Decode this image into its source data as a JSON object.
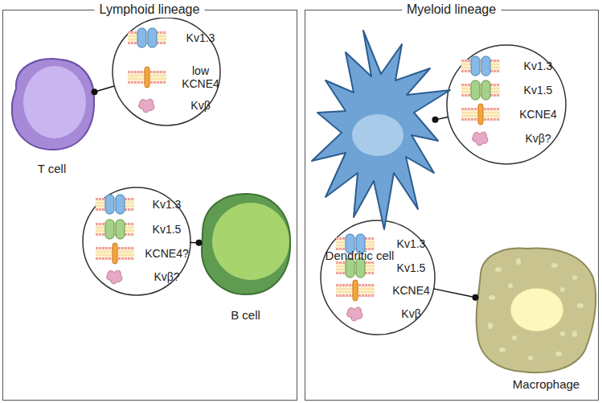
{
  "diagram": {
    "nodes": [
      {
        "text": [
          "Lymphoid lineage"
        ]
      },
      {
        "text": [
          "T cell"
        ],
        "in": 0
      },
      {
        "text": [
          "Kv1.3",
          "low KCNE4",
          "Kvβ"
        ],
        "in": 0
      },
      {
        "text": [
          "Kv1.3",
          "Kv1.5",
          "KCNE4?",
          "Kvβ?"
        ],
        "in": 0
      },
      {
        "text": [
          "B cell"
        ],
        "in": 0
      },
      {
        "text": [
          "Myeloid lineage"
        ]
      },
      {
        "text": [
          "Dendritic cell"
        ],
        "in": 5
      },
      {
        "text": [
          "Kv1.3",
          "Kv1.5",
          "KCNE4",
          "Kvβ?"
        ],
        "in": 5
      },
      {
        "text": [
          "Kv1.3",
          "Kv1.5",
          "KCNE4",
          "Kvβ"
        ],
        "in": 5
      },
      {
        "text": [
          "Macrophage"
        ],
        "in": 5
      }
    ],
    "edges": [
      {
        "from": 1,
        "to": 2,
        "arrow": "none"
      },
      {
        "from": 4,
        "to": 3,
        "arrow": "none"
      },
      {
        "from": 6,
        "to": 7,
        "arrow": "none"
      },
      {
        "from": 9,
        "to": 8,
        "arrow": "none"
      }
    ]
  }
}
